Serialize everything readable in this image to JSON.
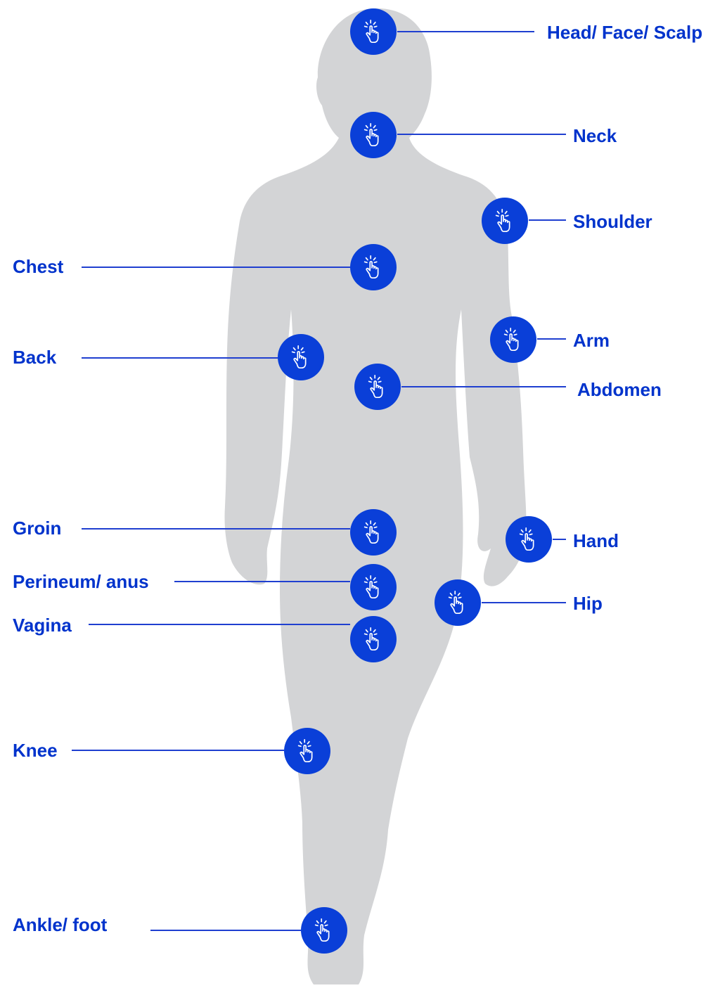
{
  "diagram": {
    "colors": {
      "silhouette": "#d3d4d6",
      "accent": "#0a3fd8",
      "label": "#0033cc"
    },
    "hotspot_icon": "tap-hand-icon",
    "regions": [
      {
        "id": "head",
        "label": "Head/ Face/ Scalp"
      },
      {
        "id": "neck",
        "label": "Neck"
      },
      {
        "id": "shoulder",
        "label": "Shoulder"
      },
      {
        "id": "chest",
        "label": "Chest"
      },
      {
        "id": "arm",
        "label": "Arm"
      },
      {
        "id": "back",
        "label": "Back"
      },
      {
        "id": "abdomen",
        "label": "Abdomen"
      },
      {
        "id": "groin",
        "label": "Groin"
      },
      {
        "id": "hand",
        "label": "Hand"
      },
      {
        "id": "perineum",
        "label": "Perineum/ anus"
      },
      {
        "id": "hip",
        "label": "Hip"
      },
      {
        "id": "vagina",
        "label": "Vagina"
      },
      {
        "id": "knee",
        "label": "Knee"
      },
      {
        "id": "ankle",
        "label": "Ankle/ foot"
      }
    ]
  }
}
